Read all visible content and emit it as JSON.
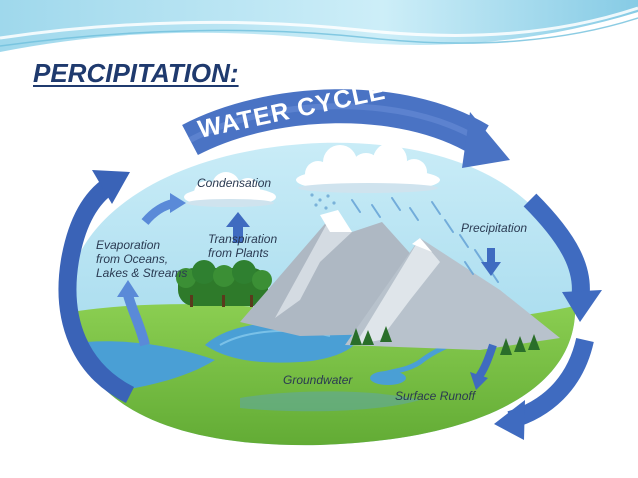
{
  "slide": {
    "title": "PERCIPITATION:"
  },
  "diagram": {
    "banner": "WATER CYCLE",
    "labels": {
      "condensation": "Condensation",
      "evaporation_1": "Evaporation",
      "evaporation_2": "from Oceans,",
      "evaporation_3": "Lakes & Streams",
      "transpiration_1": "Transpiration",
      "transpiration_2": "from Plants",
      "precipitation": "Precipitation",
      "groundwater": "Groundwater",
      "surface_runoff": "Surface Runoff"
    }
  },
  "colors": {
    "title": "#1f3a6e",
    "sky": "#a9dcef",
    "grass": "#74c043",
    "water": "#4a9fd5",
    "arrow": "#3a63b7",
    "mountain": "#b8c2cc"
  }
}
